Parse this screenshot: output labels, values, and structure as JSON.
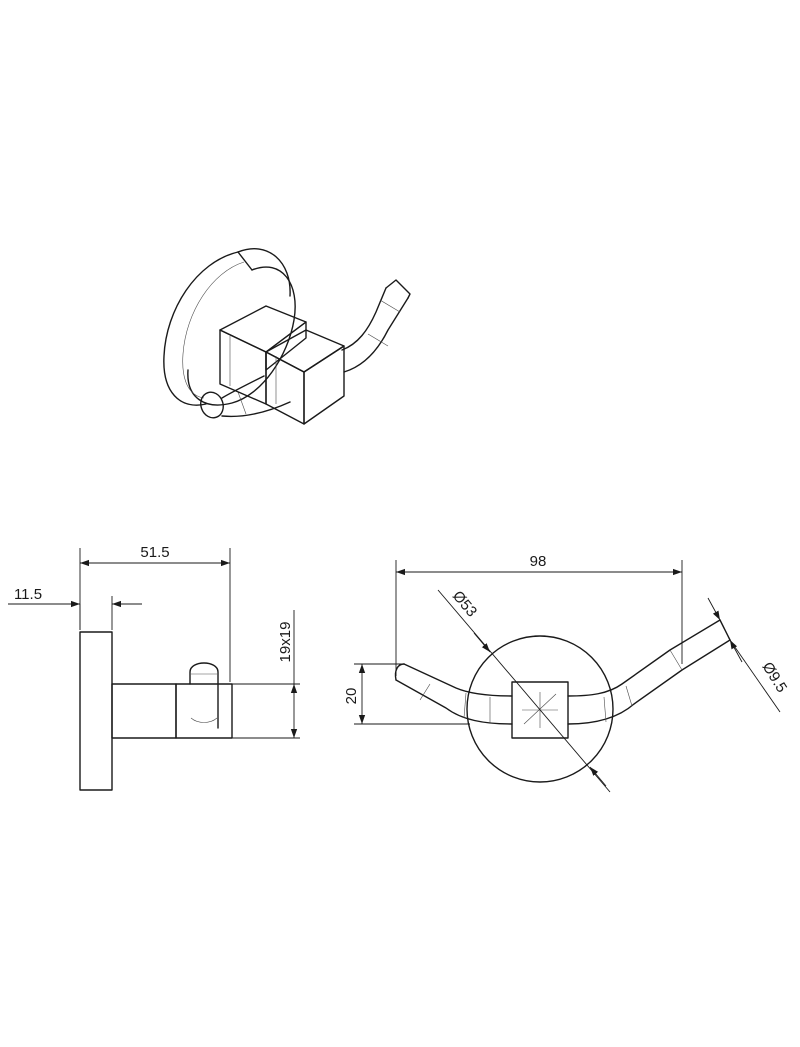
{
  "dimensions": {
    "side_total_depth": "51.5",
    "side_base_thickness": "11.5",
    "side_block_section": "19x19",
    "front_hook_width": "98",
    "front_base_diameter": "Ø53",
    "front_hook_diameter": "Ø9.5",
    "front_hook_rise": "20"
  }
}
